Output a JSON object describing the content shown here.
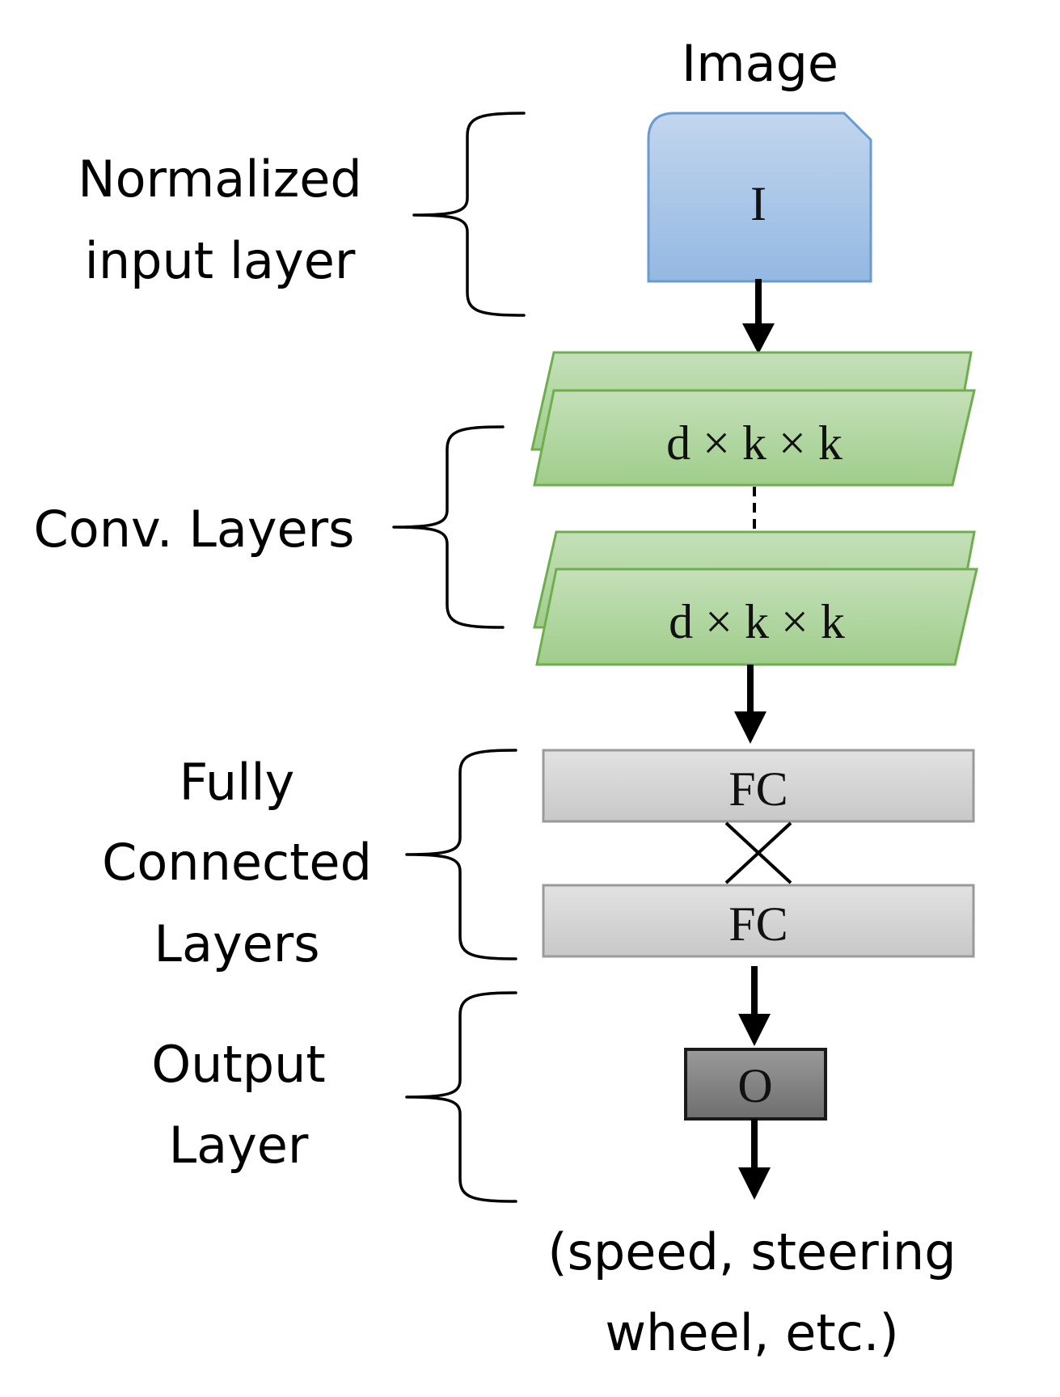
{
  "labels": {
    "image_title": "Image",
    "input_layer": [
      "Normalized",
      "input layer"
    ],
    "conv_layers": "Conv. Layers",
    "fc_layers": [
      "Fully",
      "Connected",
      "Layers"
    ],
    "output_layer": [
      "Output",
      "Layer"
    ],
    "output_values": [
      "(speed, steering",
      "wheel, etc.)"
    ]
  },
  "nodes": {
    "input": "I",
    "conv_top": "d × k × k",
    "conv_bottom": "d × k × k",
    "fc_top": "FC",
    "fc_bottom": "FC",
    "output": "O"
  },
  "colors": {
    "input_fill_top": "#c2d6ee",
    "input_fill_bottom": "#94b8e2",
    "input_stroke": "#6a9bd0",
    "conv_fill_top": "#c5e0b9",
    "conv_fill_bottom": "#9fcd8b",
    "conv_stroke": "#6fae4f",
    "fc_fill_top": "#e2e2e2",
    "fc_fill_bottom": "#c8c8c8",
    "fc_stroke": "#9a9a9a",
    "output_fill_top": "#9a9a9a",
    "output_fill_bottom": "#6e6e6e",
    "output_stroke": "#1a1a1a"
  }
}
